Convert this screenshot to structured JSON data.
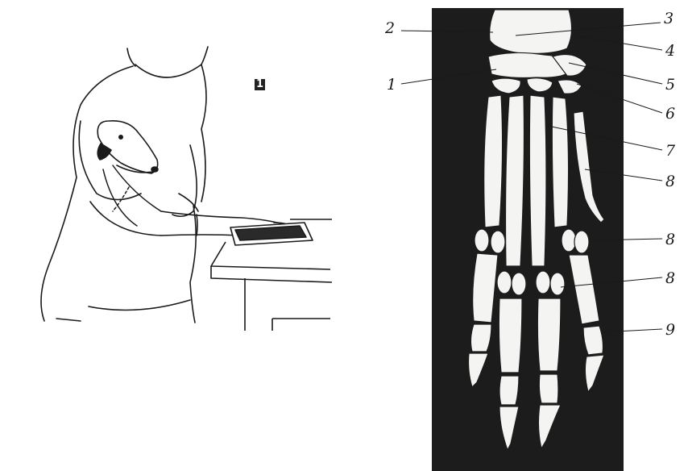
{
  "figure": {
    "panel_marker": "1",
    "callouts": [
      {
        "id": "c1",
        "text": "1"
      },
      {
        "id": "c2",
        "text": "2"
      },
      {
        "id": "c3",
        "text": "3"
      },
      {
        "id": "c4",
        "text": "4"
      },
      {
        "id": "c5",
        "text": "5"
      },
      {
        "id": "c6",
        "text": "6"
      },
      {
        "id": "c7",
        "text": "7"
      },
      {
        "id": "c8a",
        "text": "8"
      },
      {
        "id": "c8b",
        "text": "8"
      },
      {
        "id": "c8c",
        "text": "8"
      },
      {
        "id": "c9",
        "text": "9"
      }
    ]
  },
  "colors": {
    "ink": "#1a1a1a",
    "xray_background": "#1c1c1c",
    "bone": "#f4f4f2"
  }
}
